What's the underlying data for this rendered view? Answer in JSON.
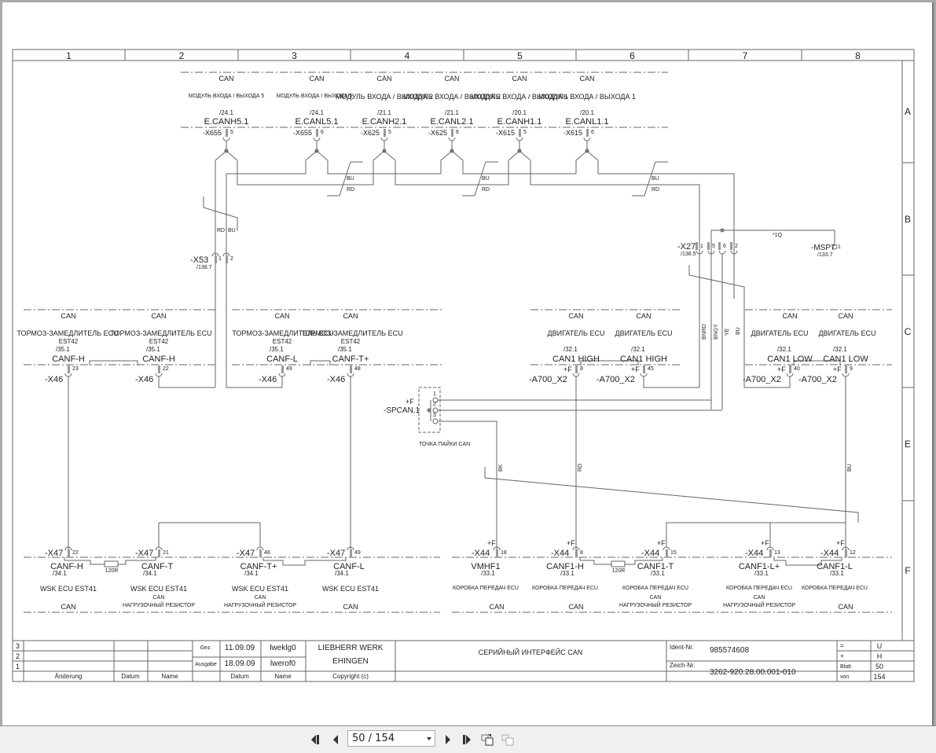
{
  "sheet": {
    "columns": [
      "1",
      "2",
      "3",
      "4",
      "5",
      "6",
      "7",
      "8"
    ],
    "rows": [
      "A",
      "B",
      "C",
      "E",
      "F"
    ]
  },
  "top_modules": [
    {
      "bus": "CAN",
      "module": "МОДУЛЬ ВХОДА / ВЫХОДА 5",
      "ref": "/24.1",
      "signal": "E.CANH5.1",
      "connector": "-X655",
      "pin": "5"
    },
    {
      "bus": "CAN",
      "module": "МОДУЛЬ ВХОДА / ВЫХОДА 5",
      "ref": "/24.1",
      "signal": "E.CANL5.1",
      "connector": "-X655",
      "pin": "6"
    },
    {
      "bus": "CAN",
      "module": "МОДУЛЬ ВХОДА / ВЫХОДА 2",
      "ref": "/21.1",
      "signal": "E.CANH2.1",
      "connector": "-X625",
      "pin": "5"
    },
    {
      "bus": "CAN",
      "module": "МОДУЛЬ ВХОДА / ВЫХОДА 2",
      "ref": "/21.1",
      "signal": "E.CANL2.1",
      "connector": "-X625",
      "pin": "6"
    },
    {
      "bus": "CAN",
      "module": "МОДУЛЬ ВХОДА / ВЫХОДА 1",
      "ref": "/20.1",
      "signal": "E.CANH1.1",
      "connector": "-X615",
      "pin": "5"
    },
    {
      "bus": "CAN",
      "module": "МОДУЛЬ ВХОДА / ВЫХОДА 1",
      "ref": "/20.1",
      "signal": "E.CANL1.1",
      "connector": "-X615",
      "pin": "6"
    }
  ],
  "wire_labels": {
    "bu": "BU",
    "rd": "RD",
    "bk": "BK",
    "bnrd": "BNRD",
    "bngy": "BNGY",
    "ye": "YE"
  },
  "x53": {
    "name": "-X53",
    "ref": "/138.7",
    "pin1": "1",
    "pin2": "2"
  },
  "x27": {
    "name": "-X27",
    "ref": "/138.5",
    "pins": [
      "1",
      "5",
      "6",
      "2"
    ]
  },
  "msp7": {
    "name": "-MSP7",
    "ref": "/133.7",
    "pin": "1",
    "label": "*1Q"
  },
  "spcan": {
    "plus": "+F",
    "name": "-SPCAN.1",
    "pins": [
      "1",
      "2",
      "3"
    ],
    "caption": "ТОЧКА ПАЙКИ CAN"
  },
  "mid_brake": [
    {
      "bus": "CAN",
      "module": "ТОРМОЗ-ЗАМЕДЛИТЕЛЬ ECU",
      "sub": "EST42",
      "ref": "/35.1",
      "signal": "CANF-H",
      "connector": "-X46",
      "pin": "23"
    },
    {
      "bus": "CAN",
      "module": "ТОРМОЗ-ЗАМЕДЛИТЕЛЬ ECU",
      "sub": "EST42",
      "ref": "/35.1",
      "signal": "CANF-H",
      "connector": "-X46",
      "pin": "22"
    },
    {
      "bus": "CAN",
      "module": "ТОРМОЗ-ЗАМЕДЛИТЕЛЬ ECU",
      "sub": "EST42",
      "ref": "/35.1",
      "signal": "CANF-L",
      "connector": "-X46",
      "pin": "49"
    },
    {
      "bus": "CAN",
      "module": "ТОРМОЗ-ЗАМЕДЛИТЕЛЬ ECU",
      "sub": "EST42",
      "ref": "/35.1",
      "signal": "CANF-T+",
      "connector": "-X46",
      "pin": "48"
    }
  ],
  "mid_engine": [
    {
      "bus": "CAN",
      "module": "ДВИГАТЕЛЬ ECU",
      "ref": "/32.1",
      "signal": "CAN1 HIGH",
      "plus": "+F",
      "connector": "-A700_X2",
      "pin": "8"
    },
    {
      "bus": "CAN",
      "module": "ДВИГАТЕЛЬ ECU",
      "ref": "/32.1",
      "signal": "CAN1 HIGH",
      "plus": "+F",
      "connector": "-A700_X2",
      "pin": "45"
    },
    {
      "bus": "CAN",
      "module": "ДВИГАТЕЛЬ ECU",
      "ref": "/32.1",
      "signal": "CAN1 LOW",
      "plus": "+F",
      "connector": "-A700_X2",
      "pin": "40"
    },
    {
      "bus": "CAN",
      "module": "ДВИГАТЕЛЬ ECU",
      "ref": "/32.1",
      "signal": "CAN1 LOW",
      "plus": "+F",
      "connector": "-A700_X2",
      "pin": "9"
    }
  ],
  "bottom_wsk": [
    {
      "connector": "-X47",
      "pin": "22",
      "signal": "CANF-H",
      "ref": "/34.1",
      "module": "WSK ECU EST41",
      "note1": "",
      "note2": "",
      "bus": "CAN"
    },
    {
      "connector": "-X47",
      "pin": "21",
      "signal": "CANF-T",
      "ref": "/34.1",
      "module": "WSK ECU EST41",
      "note1": "CAN",
      "note2": "НАГРУЗОЧНЫЙ РЕЗИСТОР",
      "bus": ""
    },
    {
      "connector": "-X47",
      "pin": "48",
      "signal": "CANF-T+",
      "ref": "/34.1",
      "module": "WSK ECU EST41",
      "note1": "CAN",
      "note2": "НАГРУЗОЧНЫЙ РЕЗИСТОР",
      "bus": ""
    },
    {
      "connector": "-X47",
      "pin": "49",
      "signal": "CANF-L",
      "ref": "/34.1",
      "module": "WSK ECU EST41",
      "note1": "",
      "note2": "",
      "bus": "CAN"
    }
  ],
  "bottom_gearbox": [
    {
      "plus": "+F",
      "connector": "-X44",
      "pin": "18",
      "signal": "VMHF1",
      "ref": "/33.1",
      "module": "КОРОБКА ПЕРЕДАЧ ECU",
      "note1": "",
      "note2": "",
      "bus": "CAN"
    },
    {
      "plus": "+F",
      "connector": "-X44",
      "pin": "8",
      "signal": "CANF1-H",
      "ref": "/33.1",
      "module": "КОРОБКА ПЕРЕДАЧ ECU",
      "note1": "",
      "note2": "",
      "bus": "CAN"
    },
    {
      "plus": "+F",
      "connector": "-X44",
      "pin": "15",
      "signal": "CANF1-T",
      "ref": "/33.1",
      "module": "КОРОБКА ПЕРЕДАЧ ECU",
      "note1": "CAN",
      "note2": "НАГРУЗОЧНЫЙ РЕЗИСТОР",
      "bus": ""
    },
    {
      "plus": "+F",
      "connector": "-X44",
      "pin": "13",
      "signal": "CANF1-L+",
      "ref": "/33.1",
      "module": "КОРОБКА ПЕРЕДАЧ ECU",
      "note1": "CAN",
      "note2": "НАГРУЗОЧНЫЙ РЕЗИСТОР",
      "bus": ""
    },
    {
      "plus": "+F",
      "connector": "-X44",
      "pin": "12",
      "signal": "CANF1-L",
      "ref": "/33.1",
      "module": "КОРОБКА ПЕРЕДАЧ ECU",
      "note1": "",
      "note2": "",
      "bus": "CAN"
    }
  ],
  "resistor_label": "120R",
  "title_block": {
    "rev_rows": [
      "3",
      "2",
      "1"
    ],
    "rev_headers": [
      "Änderung",
      "Datum",
      "Name"
    ],
    "gez_label": "Gez.",
    "gez_date": "11.09.09",
    "gez_name": "lweklg0",
    "ausgabe_label": "Ausgabe",
    "ausgabe_date": "18.09.09",
    "ausgabe_name": "lwerof0",
    "sub_headers": [
      "Datum",
      "Name",
      "Copyright (c)"
    ],
    "company_line1": "LIEBHERR WERK",
    "company_line2": "EHINGEN",
    "title": "СЕРИЙНЫЙ ИНТЕРФЕЙС CAN",
    "ident_label": "Ident-Nr.",
    "ident_value": "985574608",
    "zeich_label": "Zeich-Nr.",
    "zeich_value": "3262-920.28.00.001-010",
    "eq_label": "=",
    "eq_value": "U",
    "plus_label": "+",
    "plus_value": "H",
    "blatt_label": "Blatt",
    "blatt_value": "50",
    "von_label": "von",
    "von_value": "154"
  },
  "viewer": {
    "page_indicator": "50 / 154",
    "current_page": 50,
    "total_pages": 154,
    "buttons": [
      "first-page",
      "previous-page",
      "next-page",
      "last-page",
      "fit-page",
      "fit-width"
    ]
  }
}
